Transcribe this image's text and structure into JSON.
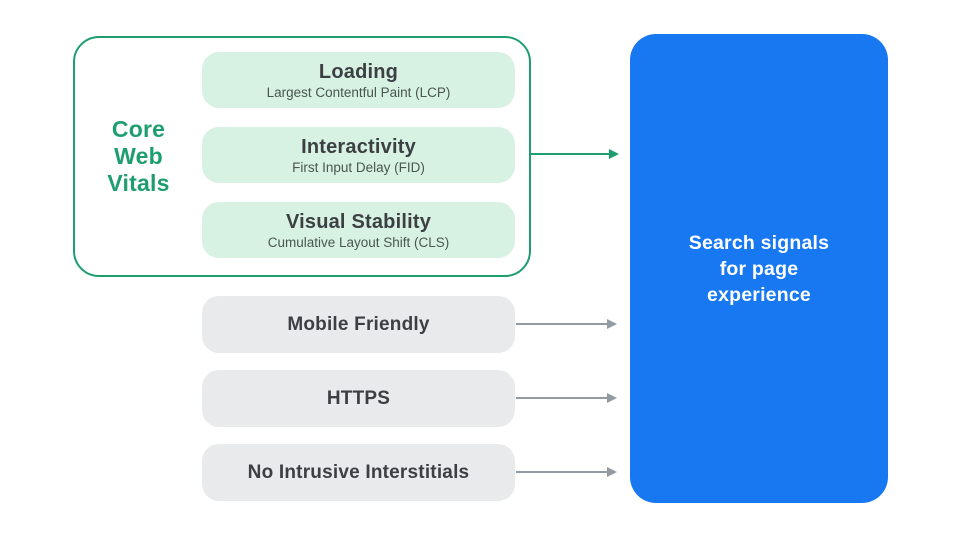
{
  "colors": {
    "accent_green": "#1E9E6E",
    "green_fill": "#D7F2E3",
    "blue_fill": "#1778F2",
    "gray_fill": "#E9EAEB",
    "arrow_gray": "#939BA2",
    "text_dark": "#3C4043",
    "text_subtle": "#4A564F"
  },
  "core_web_vitals": {
    "label": "Core Web Vitals",
    "metrics": [
      {
        "title": "Loading",
        "subtitle": "Largest Contentful Paint (LCP)"
      },
      {
        "title": "Interactivity",
        "subtitle": "First Input Delay (FID)"
      },
      {
        "title": "Visual Stability",
        "subtitle": "Cumulative Layout Shift (CLS)"
      }
    ]
  },
  "other_signals": [
    "Mobile Friendly",
    "HTTPS",
    "No Intrusive Interstitials"
  ],
  "result_box": {
    "lines": [
      "Search signals",
      "for page",
      "experience"
    ]
  }
}
